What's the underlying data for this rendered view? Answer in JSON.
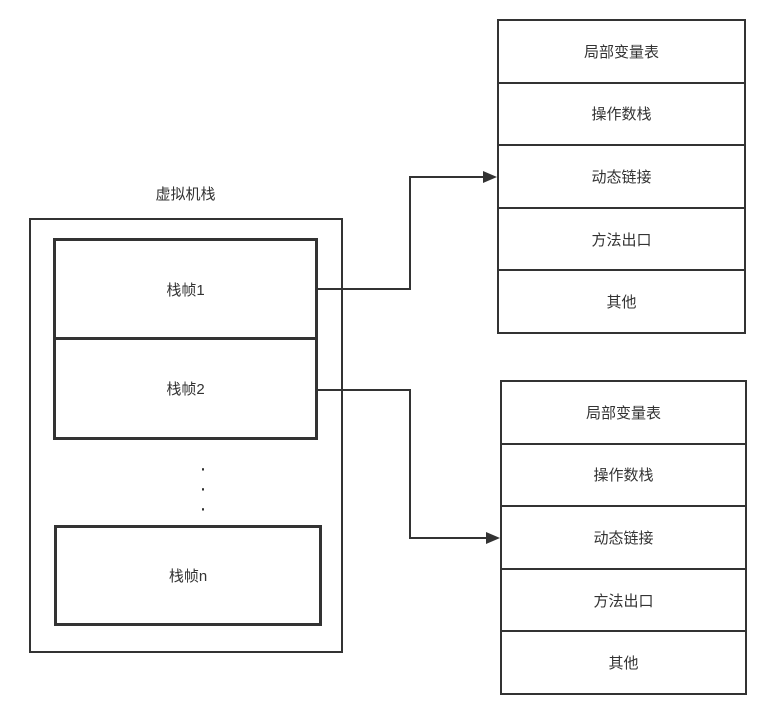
{
  "diagram": {
    "title": "虚拟机栈",
    "frames": [
      {
        "label": "栈帧1"
      },
      {
        "label": "栈帧2"
      },
      {
        "label": "栈帧n"
      }
    ],
    "ellipsis": [
      "·",
      "·",
      "·"
    ],
    "tables": {
      "top": {
        "rows": [
          "局部变量表",
          "操作数栈",
          "动态链接",
          "方法出口",
          "其他"
        ]
      },
      "bottom": {
        "rows": [
          "局部变量表",
          "操作数栈",
          "动态链接",
          "方法出口",
          "其他"
        ]
      }
    },
    "colors": {
      "line": "#333333",
      "text": "#333333",
      "background": "#ffffff"
    }
  }
}
